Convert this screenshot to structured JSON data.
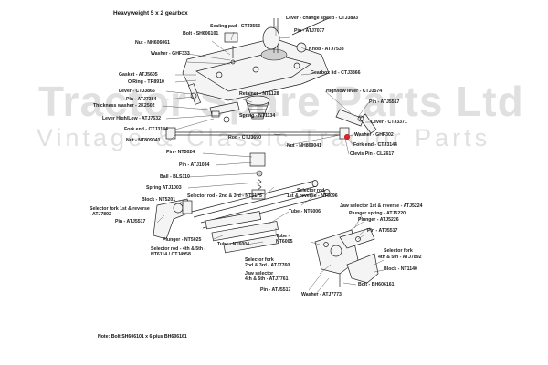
{
  "title": "Heavyweight 5 x 2 gearbox",
  "watermark": {
    "line1": "Tractor Spare Parts Ltd",
    "line2": "Vintage & Classic Tractor Parts"
  },
  "note": "Note: Bolt SH606101 x 6 plus BH606161",
  "highlight_color": "#e0252b",
  "labels": {
    "sealing_pad": "Sealing pad - CTJ3553",
    "lever_change_speed": "Lever - change speed - CTJ3893",
    "bolt_top": "Bolt - SH606101",
    "pin_atj7077": "Pin - ATJ7077",
    "nut_nh606061": "Nut - NH606061",
    "washer_ghf333": "Washer - GHF333",
    "knob": "Knob - ATJ7533",
    "gearbox_lid": "Gearbox lid - CTJ3866",
    "gasket": "Gasket - ATJ5605",
    "oring": "O'Ring - TR8910",
    "lever_ctj3865": "Lever - CTJ3865",
    "pin_atj7384": "Pin - ATJ7384",
    "thickness_washer": "Thickness washer - 2K2502",
    "lever_highlow_left": "Lever High/Low - ATJ7532",
    "retainer": "Retainer - NT1128",
    "spring_nt1134": "Spring - NT1134",
    "highlow_lever_right": "High/low lever - CTJ3574",
    "pin_atj5517_a": "Pin - ATJ5517",
    "lever_ctj3371": "Lever - CTJ3371",
    "washer_ghf302": "Washer - GHF302",
    "fork_end_right": "Fork end - CTJ3144",
    "clevis_pin": "Clevis Pin - CLZ617",
    "fork_end_left": "Fork end - CTJ3144",
    "nut_nt809041": "Nut - NT809041",
    "rod": "Rod - CTJ3690",
    "nut_nh809041": "Nut - NH809041",
    "pin_nt5024": "Pin - NT5024",
    "pin_atj1034": "Pin - ATJ1034",
    "ball": "Ball - BLS110",
    "spring_atj1003": "Spring ATJ1003",
    "block_nt5201": "Block - NT5201",
    "selector_rod_2_3": "Selector rod - 2nd & 3rd - NT5175",
    "selector_rod_1_rev_l1": "Selector rod",
    "selector_rod_1_rev_l2": "1st & reverse - NT5096",
    "fork_1_rev_l1": "Selector fork 1st & reverse",
    "fork_1_rev_l2": "- ATJ7892",
    "pin_atj5517_b": "Pin - ATJ5517",
    "tube_nt6006": "Tube - NT6006",
    "jaw_1_rev": "Jaw selector 1st & reverse - ATJ5224",
    "plunger_spring": "Plunger spring - ATJ5220",
    "plunger_right": "Plunger - ATJ5226",
    "pin_atj5517_c": "Pin - ATJ5517",
    "plunger_nt5025": "Plunger - NT5025",
    "tube_nt6004": "Tube - NT6004",
    "tube_nt6005_l1": "Tube -",
    "tube_nt6005_l2": "NT6005",
    "rod_4_5_l1": "Selector rod - 4th & 5th -",
    "rod_4_5_l2": "NT6114 / CTJ4958",
    "fork_2_3_l1": "Selector fork",
    "fork_2_3_l2": "2nd & 3rd - ATJ7760",
    "jaw_4_5_l1": "Jaw selector",
    "jaw_4_5_l2": "4th & 5th - ATJ7761",
    "fork_4_5_l1": "Selector fork",
    "fork_4_5_l2": "4th & 5th - ATJ7892",
    "block_nt1140": "Block - NT1140",
    "pin_atj5517_d": "Pin - ATJ5517",
    "bolt_bh606161": "Bolt - BH606161",
    "washer_atj7773": "Washer - ATJ7773"
  }
}
